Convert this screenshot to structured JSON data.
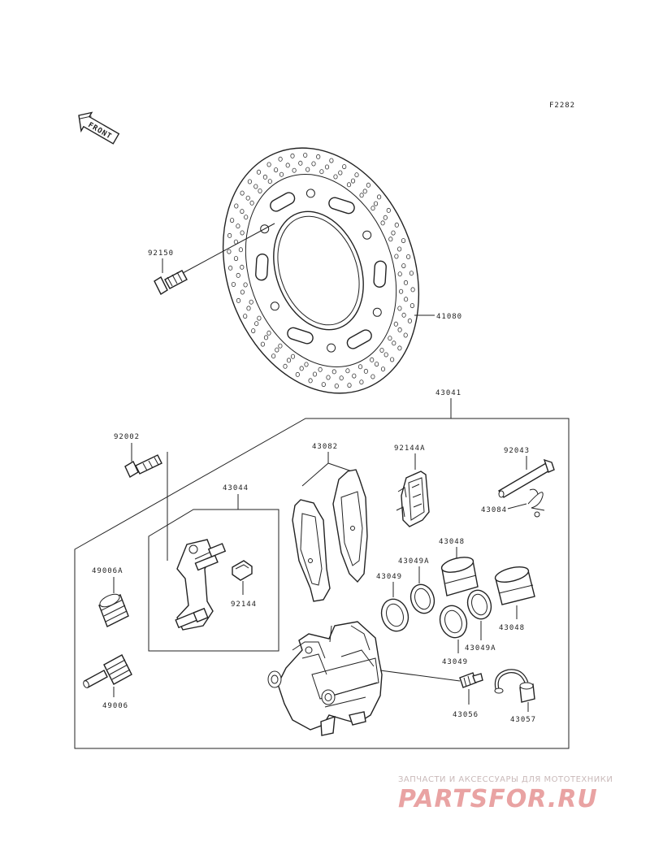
{
  "figure_code": "F2282",
  "front_label": "FRONT",
  "parts": {
    "p92150": "92150",
    "p41080": "41080",
    "p43041": "43041",
    "p92002": "92002",
    "p43082": "43082",
    "p92144A": "92144A",
    "p92043": "92043",
    "p43044": "43044",
    "p43084": "43084",
    "p43048_top": "43048",
    "p49006A": "49006A",
    "p43049A_top": "43049A",
    "p43049_top": "43049",
    "p92144": "92144",
    "p43048_right": "43048",
    "p43049_bottom": "43049",
    "p43049A_bottom": "43049A",
    "p49006": "49006",
    "p43056": "43056",
    "p43057": "43057"
  },
  "watermark": {
    "line1": "ЗАПЧАСТИ И АКСЕССУАРЫ ДЛЯ МОТОТЕХНИКИ",
    "line2": "PARTSFOR.RU"
  }
}
